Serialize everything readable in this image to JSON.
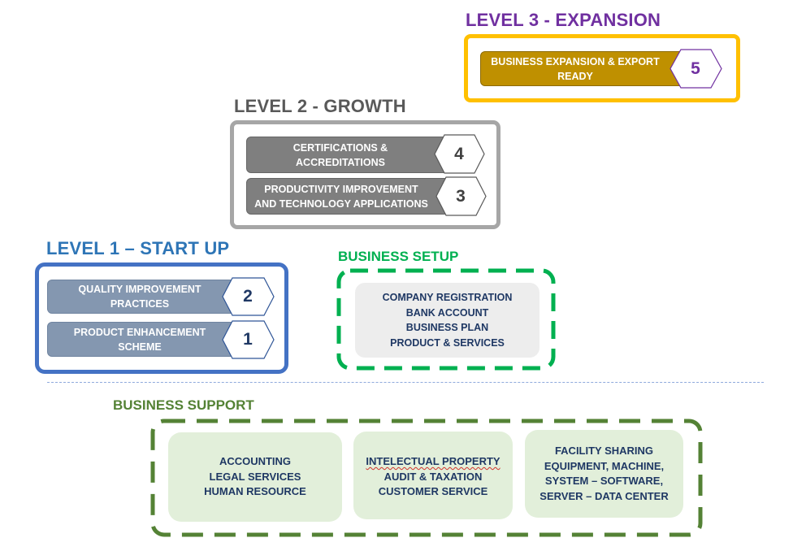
{
  "colors": {
    "level3": "#7030a0",
    "level3_frame": "#ffc000",
    "level3_step": "#bf9000",
    "level2": "#595959",
    "level2_frame": "#a6a6a6",
    "level2_step": "#7f7f7f",
    "level1": "#2e75b6",
    "level1_frame": "#4472c4",
    "level1_step": "#8497b0",
    "setup": "#00b050",
    "support": "#548235",
    "support_card": "#e2efda",
    "setup_card": "#ededed",
    "divider": "#8faadc"
  },
  "level3": {
    "title": "LEVEL 3 - EXPANSION",
    "steps": [
      {
        "line1": "BUSINESS EXPANSION & EXPORT",
        "line2": "READY",
        "number": "5"
      }
    ]
  },
  "level2": {
    "title": "LEVEL 2 - GROWTH",
    "steps": [
      {
        "line1": "CERTIFICATIONS &",
        "line2": "ACCREDITATIONS",
        "number": "4"
      },
      {
        "line1": "PRODUCTIVITY IMPROVEMENT",
        "line2": "AND TECHNOLOGY APPLICATIONS",
        "number": "3"
      }
    ]
  },
  "level1": {
    "title": "LEVEL 1 – START UP",
    "steps": [
      {
        "line1": "QUALITY IMPROVEMENT",
        "line2": "PRACTICES",
        "number": "2"
      },
      {
        "line1": "PRODUCT ENHANCEMENT",
        "line2": "SCHEME",
        "number": "1"
      }
    ]
  },
  "business_setup": {
    "title": "BUSINESS SETUP",
    "items": [
      "COMPANY REGISTRATION",
      "BANK ACCOUNT",
      "BUSINESS PLAN",
      "PRODUCT & SERVICES"
    ]
  },
  "business_support": {
    "title": "BUSINESS SUPPORT",
    "cards": [
      {
        "lines": [
          "ACCOUNTING",
          "LEGAL SERVICES",
          "HUMAN RESOURCE"
        ]
      },
      {
        "lines": [
          "INTELECTUAL PROPERTY",
          "AUDIT & TAXATION",
          "CUSTOMER SERVICE"
        ]
      },
      {
        "lines": [
          "FACILITY SHARING",
          "EQUIPMENT, MACHINE,",
          "SYSTEM – SOFTWARE,",
          "SERVER – DATA CENTER"
        ]
      }
    ]
  }
}
